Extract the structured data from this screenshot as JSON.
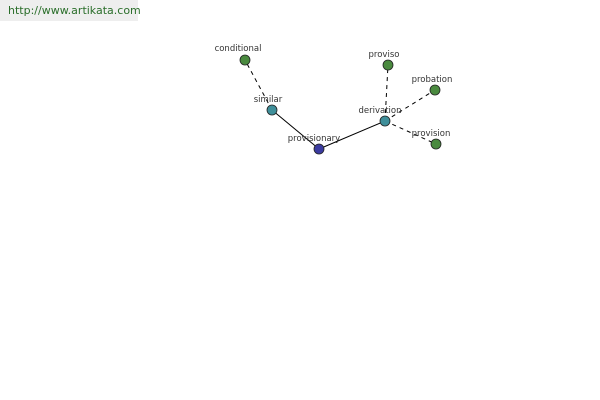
{
  "header": {
    "url": "http://www.artikata.com"
  },
  "colors": {
    "center": "#3b3ba0",
    "hub": "#3f8f9a",
    "leaf": "#4a8a3f",
    "edge": "#000000",
    "url_text": "#2a6e2a"
  },
  "graph": {
    "nodes": [
      {
        "id": "provisionary",
        "label": "provisionary",
        "kind": "center"
      },
      {
        "id": "similar",
        "label": "similar",
        "kind": "hub"
      },
      {
        "id": "derivation",
        "label": "derivation",
        "kind": "hub"
      },
      {
        "id": "conditional",
        "label": "conditional",
        "kind": "leaf"
      },
      {
        "id": "proviso",
        "label": "proviso",
        "kind": "leaf"
      },
      {
        "id": "probation",
        "label": "probation",
        "kind": "leaf"
      },
      {
        "id": "provision",
        "label": "provision",
        "kind": "leaf"
      }
    ],
    "edges": [
      {
        "from": "provisionary",
        "to": "similar",
        "style": "solid"
      },
      {
        "from": "provisionary",
        "to": "derivation",
        "style": "solid"
      },
      {
        "from": "similar",
        "to": "conditional",
        "style": "dashed"
      },
      {
        "from": "derivation",
        "to": "proviso",
        "style": "dashed"
      },
      {
        "from": "derivation",
        "to": "probation",
        "style": "dashed"
      },
      {
        "from": "derivation",
        "to": "provision",
        "style": "dashed"
      }
    ]
  }
}
